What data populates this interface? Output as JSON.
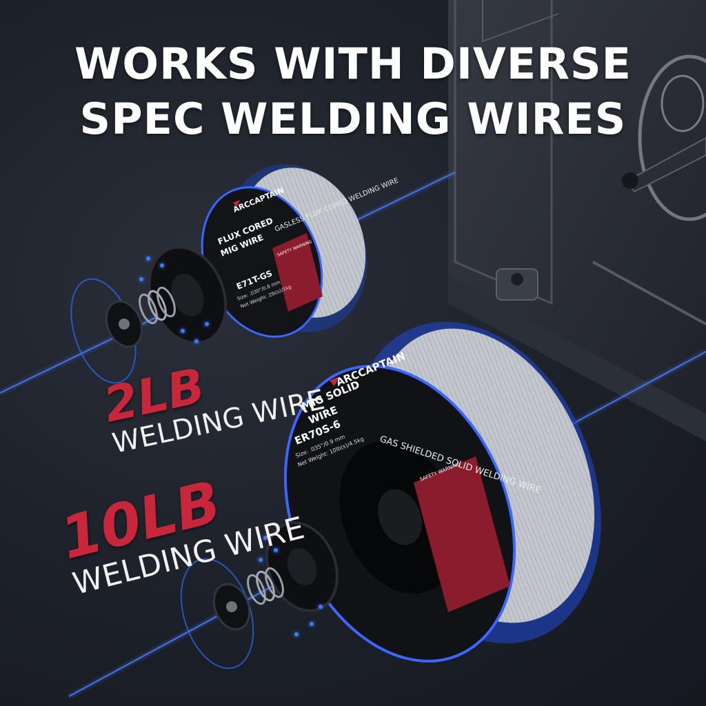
{
  "headline": {
    "line1": "WORKS WITH DIVERSE",
    "line2": "SPEC WELDING WIRES"
  },
  "small_spool": {
    "brand": "ARCCAPTAIN",
    "arc_text": "GASLESS FLUX CORED WELDING WIRE",
    "type_label_1": "FLUX CORED",
    "type_label_2": "MIG WIRE",
    "model": "E71T-GS",
    "size": "Size: .030\"/0.8 mm",
    "net_weight": "Net Weight: 2lb(s)/1kg",
    "warning": "SAFETY WARNING"
  },
  "large_spool": {
    "brand": "ARCCAPTAIN",
    "arc_text": "GAS SHIELDED SOLID WELDING WIRE",
    "type_label_1": "MIG SOLID",
    "type_label_2": "WIRE",
    "model": "ER70S-6",
    "size": "Size: .035\"/0.9 mm",
    "net_weight": "Net Weight: 10lb(s)/4.5kg",
    "warning": "SAFETY WARNING"
  },
  "labels": {
    "small_weight": "2LB",
    "small_caption": "WELDING WIRE",
    "large_weight": "10LB",
    "large_caption": "WELDING WIRE"
  },
  "colors": {
    "accent_red": "#c8263a",
    "glow_blue": "#2b63ff",
    "text_white": "#ffffff",
    "label_red": "#a8283a"
  },
  "icons": {
    "brand_logo": "arccaptain-logo-icon",
    "nut": "hex-nut-icon",
    "spring": "spring-icon",
    "adapter": "spool-adapter-icon"
  }
}
